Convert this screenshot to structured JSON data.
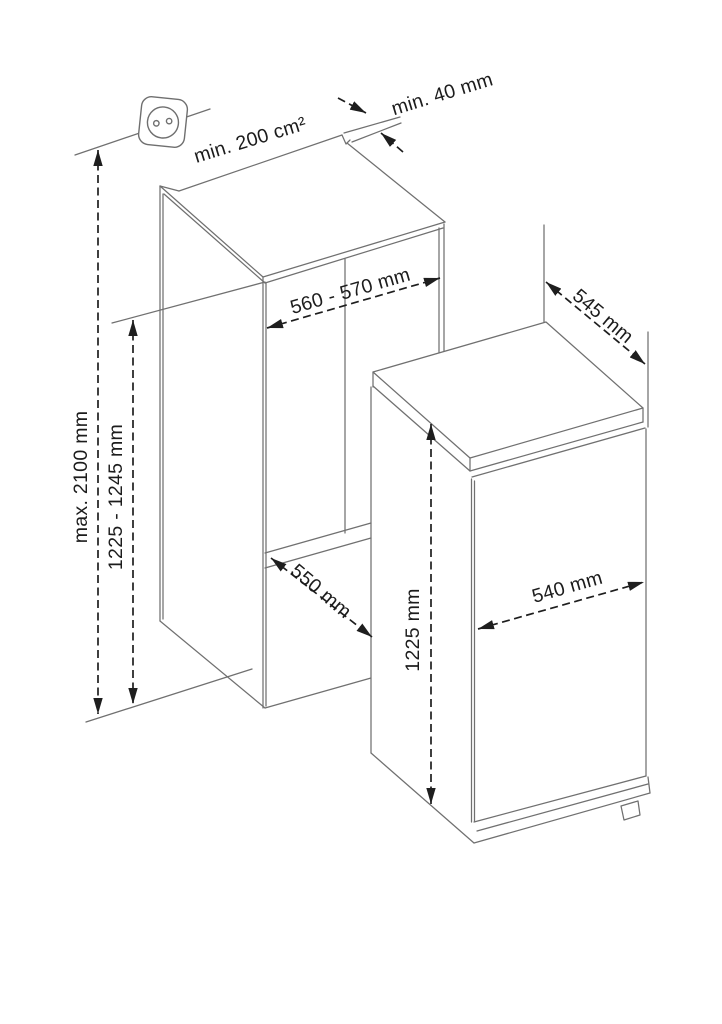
{
  "diagram": {
    "kind": "appliance-installation-dimensions",
    "colors": {
      "background": "#ffffff",
      "outline_gray": "#707070",
      "dimension_black": "#1e1e1e"
    },
    "icons": {
      "socket": "power-socket-icon"
    },
    "dimensions": {
      "vent_area": {
        "label": "min. 200 cm²"
      },
      "wall_gap": {
        "label": "min. 40 mm"
      },
      "niche_width": {
        "label": "560 - 570 mm"
      },
      "niche_depth": {
        "label": "545 mm"
      },
      "ceiling_height": {
        "label": "max. 2100 mm"
      },
      "niche_height": {
        "label": "1225 - 1245 mm"
      },
      "niche_floor_depth": {
        "label": "550 mm"
      },
      "appliance_height": {
        "label": "1225 mm"
      },
      "appliance_width": {
        "label": "540 mm"
      }
    }
  }
}
